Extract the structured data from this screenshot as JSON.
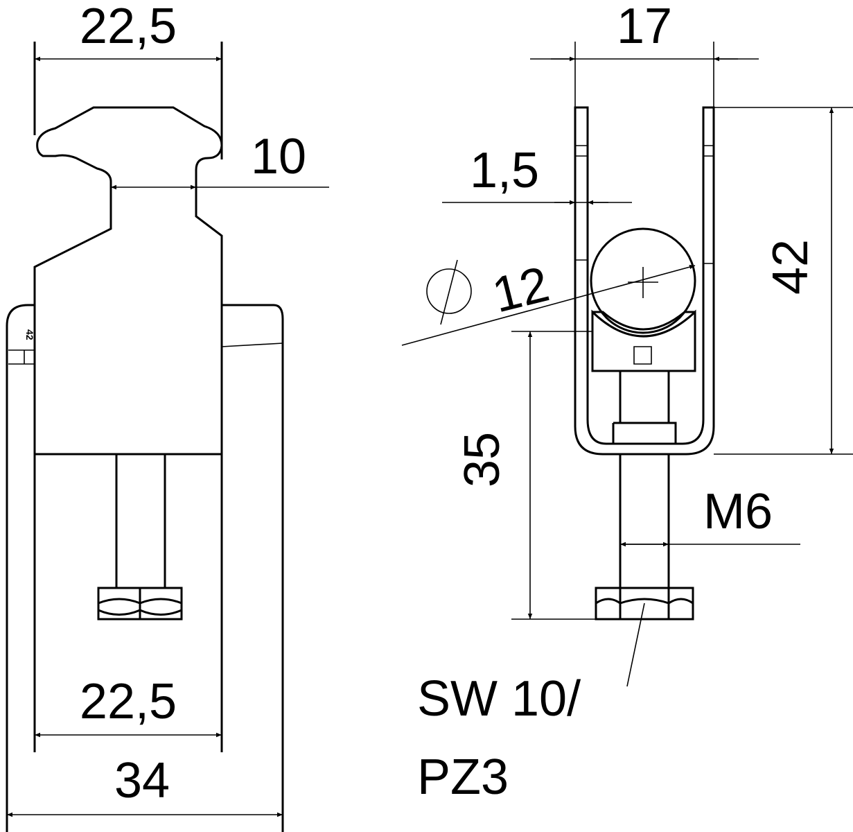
{
  "left_view": {
    "top_width": "22,5",
    "neck_width": "10",
    "bottom_width": "22,5",
    "overall_width": "34",
    "rail_mark": "42"
  },
  "right_view": {
    "width": "17",
    "wall": "1,5",
    "diameter": "12",
    "diameter_symbol": "⌀",
    "height": "42",
    "bolt_height": "35",
    "thread": "M6",
    "note_line1": "SW 10/",
    "note_line2": "PZ3"
  },
  "colors": {
    "stroke": "#000000",
    "background": "#ffffff"
  }
}
